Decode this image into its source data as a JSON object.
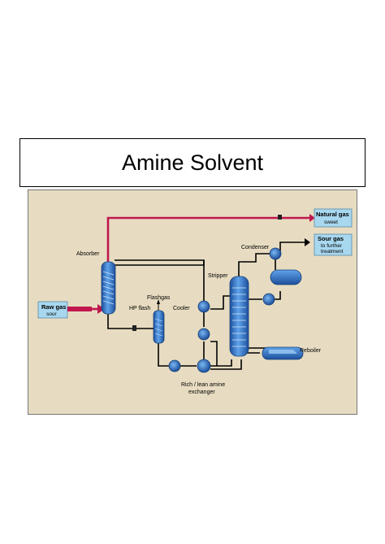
{
  "slide": {
    "title": "Amine Solvent"
  },
  "diagram": {
    "inlet": {
      "title": "Raw gas",
      "sub": "sour"
    },
    "outlet_sweet": {
      "title": "Natural gas",
      "sub": "sweet"
    },
    "outlet_sour": {
      "title": "Sour gas",
      "sub1": "to further",
      "sub2": "treatment"
    },
    "labels": {
      "absorber": "Absorber",
      "flashgas": "Flashgas",
      "hp_flash": "HP flash",
      "cooler": "Cooler",
      "stripper": "Stripper",
      "condenser": "Condenser",
      "reboiler": "Reboiler",
      "exchanger_1": "Rich / lean amine",
      "exchanger_2": "exchanger"
    },
    "colors": {
      "background": "#e7dcc1",
      "sour_line": "#c0174f",
      "process_line": "#000000",
      "vessel": "#2f72c4",
      "label_box": "#a8d8f0"
    }
  }
}
